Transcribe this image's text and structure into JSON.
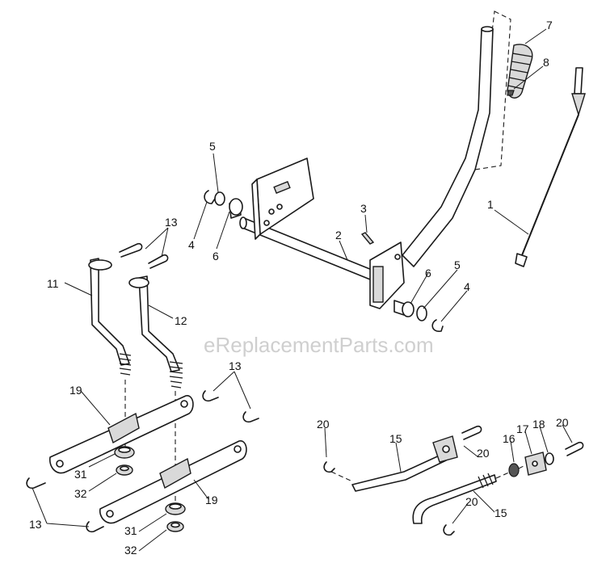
{
  "watermark": "eReplacementParts.com",
  "labels": {
    "l7": "7",
    "l8": "8",
    "l1": "1",
    "l5a": "5",
    "l4a": "4",
    "l6a": "6",
    "l3": "3",
    "l2": "2",
    "l6b": "6",
    "l5b": "5",
    "l4b": "4",
    "l13a": "13",
    "l11": "11",
    "l12": "12",
    "l13b": "13",
    "l19a": "19",
    "l31a": "31",
    "l32a": "32",
    "l13c": "13",
    "l19b": "19",
    "l31b": "31",
    "l32b": "32",
    "l20a": "20",
    "l15a": "15",
    "l20b": "20",
    "l16": "16",
    "l17": "17",
    "l18": "18",
    "l20c": "20",
    "l20d": "20",
    "l15b": "15"
  }
}
